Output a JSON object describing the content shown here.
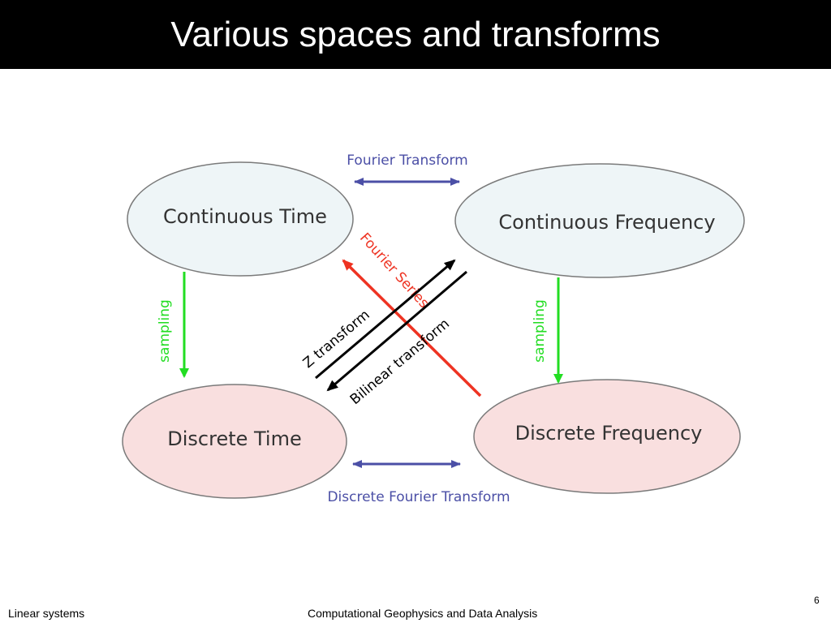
{
  "slide": {
    "title": "Various spaces and transforms",
    "page_number": "6"
  },
  "footer": {
    "left": "Linear systems",
    "center": "Computational Geophysics and Data Analysis"
  },
  "diagram": {
    "nodes": {
      "continuous_time": "Continuous Time",
      "continuous_frequency": "Continuous Frequency",
      "discrete_time": "Discrete Time",
      "discrete_frequency": "Discrete Frequency"
    },
    "edges": {
      "fourier_transform": "Fourier Transform",
      "discrete_fourier_transform": "Discrete Fourier Transform",
      "sampling_left": "sampling",
      "sampling_right": "sampling",
      "fourier_series": "Fourier Series",
      "z_transform": "Z transform",
      "bilinear_transform": "Bilinear transform"
    },
    "colors": {
      "continuous_fill": "#eef5f7",
      "discrete_fill": "#f9dfdf",
      "outline": "#7a7a7a",
      "fourier_arrow": "#4b4fa6",
      "sampling": "#22dd22",
      "fourier_series": "#ee3322",
      "z_bilinear": "#000000"
    }
  }
}
